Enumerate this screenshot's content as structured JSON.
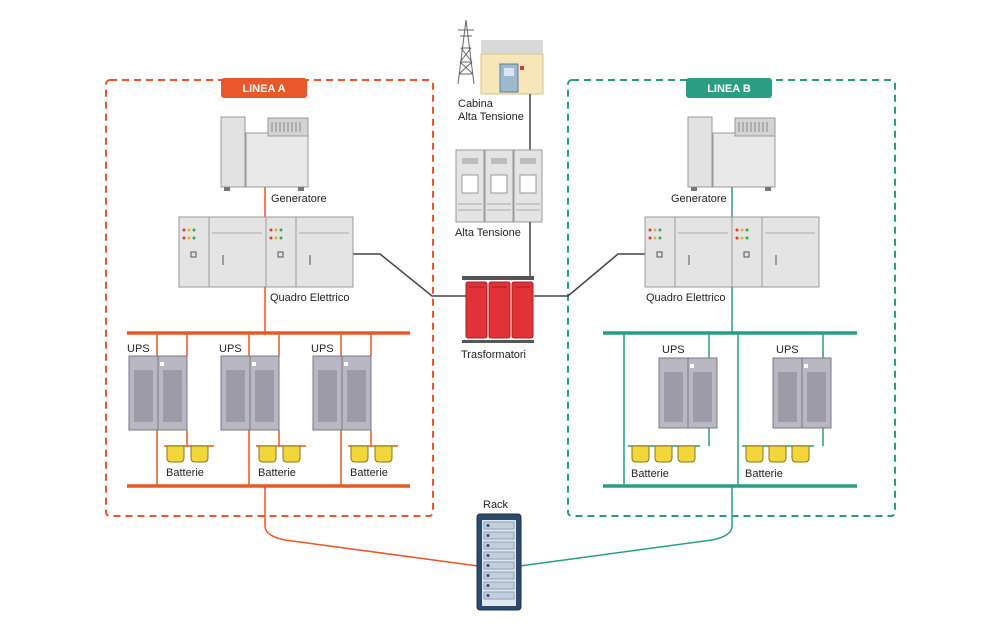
{
  "colors": {
    "line_a": "#e8582a",
    "line_b": "#2a9d82",
    "neutral_wire": "#444444",
    "transformer": "#e03237",
    "battery": "#f2d63a",
    "rack": "#2c4a6e",
    "equipment": "#dcdcdc",
    "ups_cabinet": "#b9b7c2"
  },
  "line_a": {
    "title": "LINEA A"
  },
  "line_b": {
    "title": "LINEA B"
  },
  "labels": {
    "cabina": [
      "Cabina",
      "Alta Tensione"
    ],
    "alta_tensione": "Alta Tensione",
    "trasformatori": "Trasformatori",
    "rack": "Rack",
    "generatore": "Generatore",
    "quadro": "Quadro Elettrico",
    "ups": "UPS",
    "batterie": "Batterie"
  }
}
